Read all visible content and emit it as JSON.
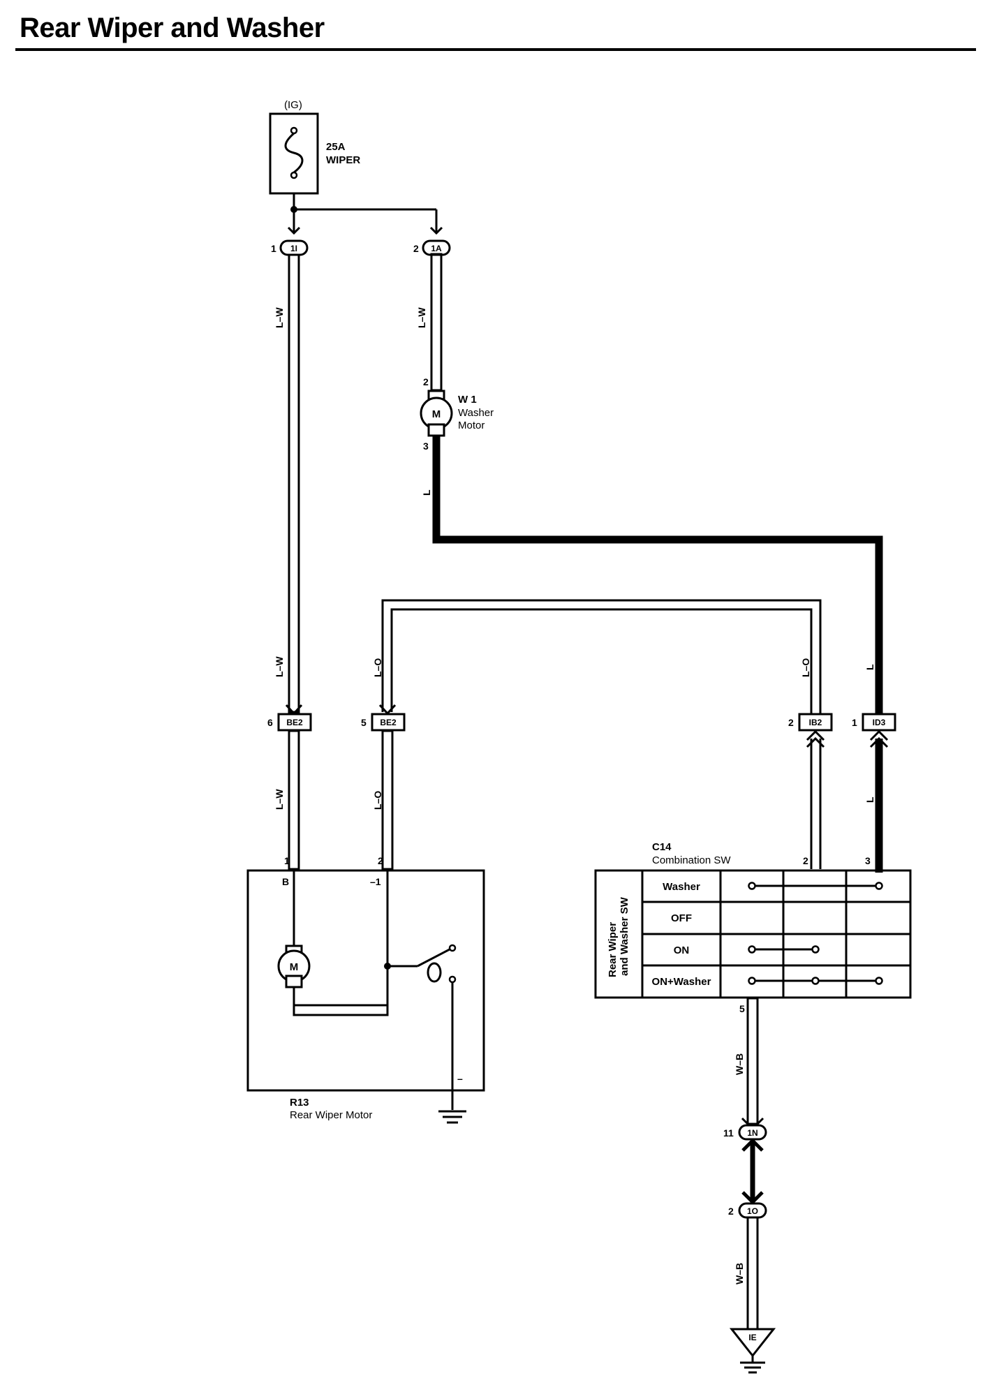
{
  "title": "Rear Wiper and Washer",
  "fuse": {
    "source": "(IG)",
    "rating": "25A",
    "name": "WIPER"
  },
  "connectors": {
    "c1I": {
      "pin": "1",
      "id": "1I"
    },
    "c1A": {
      "pin": "2",
      "id": "1A"
    },
    "be2a": {
      "pin": "6",
      "id": "BE2"
    },
    "be2b": {
      "pin": "5",
      "id": "BE2"
    },
    "ib2": {
      "pin": "2",
      "id": "IB2"
    },
    "id3": {
      "pin": "1",
      "id": "ID3"
    },
    "c1N": {
      "pin": "11",
      "id": "1N"
    },
    "c1O": {
      "pin": "2",
      "id": "1O"
    }
  },
  "wires": {
    "lw1": "L–W",
    "lw2": "L–W",
    "lw3": "L–W",
    "lw4": "L–W",
    "l1": "L",
    "l2": "L",
    "l3": "L",
    "lo1": "L–O",
    "lo2": "L–O",
    "lo3": "L–O",
    "wb1": "W–B",
    "wb2": "W–B"
  },
  "washer_motor": {
    "code": "W 1",
    "name1": "Washer",
    "name2": "Motor",
    "symbol": "M",
    "pin_top": "2",
    "pin_bottom": "3"
  },
  "rear_wiper_motor": {
    "code": "R13",
    "name": "Rear Wiper Motor",
    "symbol": "M",
    "pin1": "1",
    "pin2": "2",
    "term_b": "B",
    "term_neg1": "–1",
    "term_neg": "–"
  },
  "combination_sw": {
    "code": "C14",
    "name": "Combination SW",
    "side_label1": "Rear Wiper",
    "side_label2": "and Washer SW",
    "pin2": "2",
    "pin3": "3",
    "pin5": "5",
    "positions": [
      "Washer",
      "OFF",
      "ON",
      "ON+Washer"
    ]
  },
  "ground_ie": "IE"
}
